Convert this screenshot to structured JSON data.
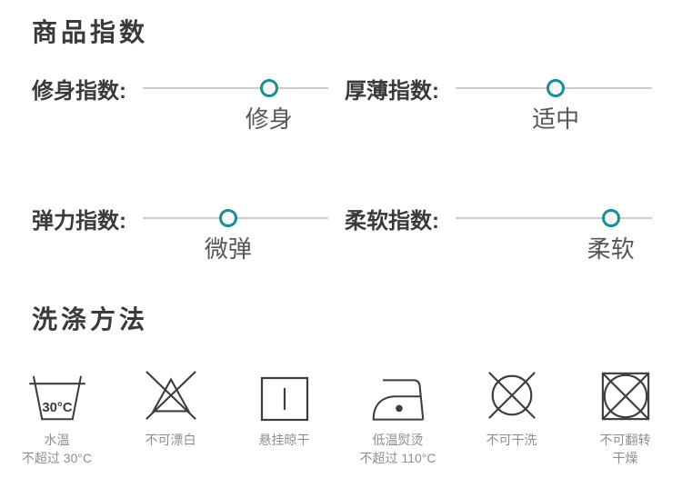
{
  "colors": {
    "background": "#ffffff",
    "accent_teal": "#1a8e8e",
    "track_gray": "#cccccc",
    "heading_text": "#3a3a3a",
    "value_text": "#565656",
    "care_label_text": "#8e8e8e",
    "icon_stroke": "#3d3d3d"
  },
  "product_index": {
    "title": "商品指数",
    "items": [
      {
        "label": "修身指数:",
        "value": "修身",
        "position_pct": 68
      },
      {
        "label": "厚薄指数:",
        "value": "适中",
        "position_pct": 51
      },
      {
        "label": "弹力指数:",
        "value": "微弹",
        "position_pct": 46
      },
      {
        "label": "柔软指数:",
        "value": "柔软",
        "position_pct": 79
      }
    ]
  },
  "washing": {
    "title": "洗涤方法",
    "items": [
      {
        "icon": "wash-temp-30-icon",
        "icon_text": "30°C",
        "lines": [
          "水温",
          "不超过 30°C"
        ]
      },
      {
        "icon": "do-not-bleach-icon",
        "lines": [
          "不可漂白"
        ]
      },
      {
        "icon": "hang-dry-icon",
        "lines": [
          "悬挂晾干"
        ]
      },
      {
        "icon": "iron-low-heat-icon",
        "lines": [
          "低温熨烫",
          "不超过 110°C"
        ]
      },
      {
        "icon": "do-not-dry-clean-icon",
        "lines": [
          "不可干洗"
        ]
      },
      {
        "icon": "do-not-tumble-dry-icon",
        "lines": [
          "不可翻转",
          "干燥"
        ]
      }
    ]
  }
}
